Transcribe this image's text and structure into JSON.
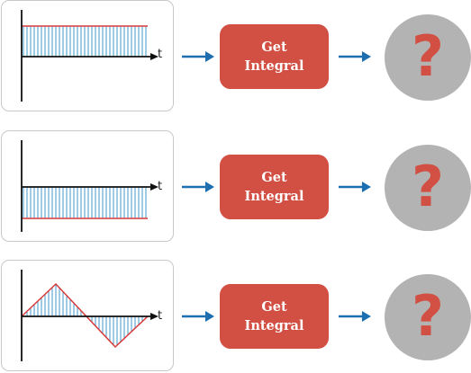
{
  "rows": [
    {
      "signal": "constant-positive",
      "axis_label": "t",
      "button_label_line1": "Get",
      "button_label_line2": "Integral",
      "result": "?"
    },
    {
      "signal": "constant-negative",
      "axis_label": "t",
      "button_label_line1": "Get",
      "button_label_line2": "Integral",
      "result": "?"
    },
    {
      "signal": "triangle-wave",
      "axis_label": "t",
      "button_label_line1": "Get",
      "button_label_line2": "Integral",
      "result": "?"
    }
  ],
  "colors": {
    "signal_line": "#d9393a",
    "fill_hatch": "#2a8fc4",
    "arrow": "#1e6fb0",
    "button": "#d24f43",
    "result_circle": "#b3b3b3",
    "question_mark": "#d24f43"
  }
}
